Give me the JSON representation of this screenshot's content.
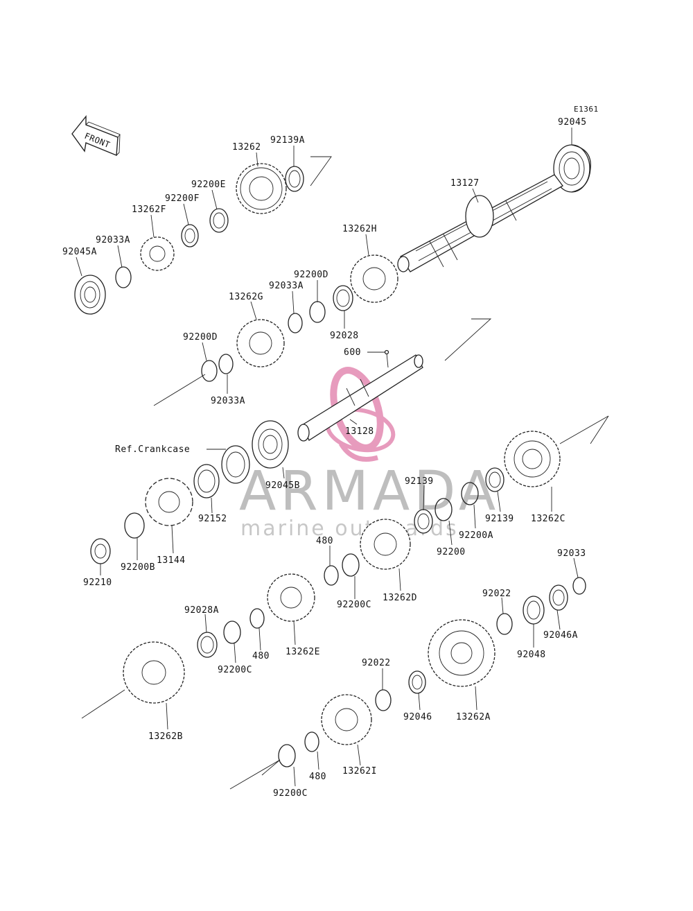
{
  "diagram": {
    "code": "E1361",
    "front_arrow_label": "FRONT",
    "reference_label": "Ref.Crankcase"
  },
  "watermark": {
    "brand": "ARMADA",
    "tagline": "marine outboards",
    "logo_color": "#e07aa8"
  },
  "part_labels": [
    {
      "id": "92045-top",
      "text": "92045"
    },
    {
      "id": "13127",
      "text": "13127"
    },
    {
      "id": "13262",
      "text": "13262"
    },
    {
      "id": "92139A",
      "text": "92139A"
    },
    {
      "id": "92200E",
      "text": "92200E"
    },
    {
      "id": "92200F",
      "text": "92200F"
    },
    {
      "id": "13262F",
      "text": "13262F"
    },
    {
      "id": "92033A-1",
      "text": "92033A"
    },
    {
      "id": "92045A",
      "text": "92045A"
    },
    {
      "id": "13262H",
      "text": "13262H"
    },
    {
      "id": "92200D-1",
      "text": "92200D"
    },
    {
      "id": "92033A-2",
      "text": "92033A"
    },
    {
      "id": "13262G",
      "text": "13262G"
    },
    {
      "id": "92028",
      "text": "92028"
    },
    {
      "id": "92200D-2",
      "text": "92200D"
    },
    {
      "id": "92033A-3",
      "text": "92033A"
    },
    {
      "id": "600",
      "text": "600"
    },
    {
      "id": "13128",
      "text": "13128"
    },
    {
      "id": "92045B",
      "text": "92045B"
    },
    {
      "id": "92152",
      "text": "92152"
    },
    {
      "id": "92139-1",
      "text": "92139"
    },
    {
      "id": "92139-2",
      "text": "92139"
    },
    {
      "id": "13262C",
      "text": "13262C"
    },
    {
      "id": "92200A",
      "text": "92200A"
    },
    {
      "id": "92200",
      "text": "92200"
    },
    {
      "id": "92200B",
      "text": "92200B"
    },
    {
      "id": "13144",
      "text": "13144"
    },
    {
      "id": "92210",
      "text": "92210"
    },
    {
      "id": "480-1",
      "text": "480"
    },
    {
      "id": "92200C-1",
      "text": "92200C"
    },
    {
      "id": "13262D",
      "text": "13262D"
    },
    {
      "id": "92033",
      "text": "92033"
    },
    {
      "id": "92022-1",
      "text": "92022"
    },
    {
      "id": "92046A",
      "text": "92046A"
    },
    {
      "id": "92048",
      "text": "92048"
    },
    {
      "id": "92028A",
      "text": "92028A"
    },
    {
      "id": "92200C-2",
      "text": "92200C"
    },
    {
      "id": "480-2",
      "text": "480"
    },
    {
      "id": "13262E",
      "text": "13262E"
    },
    {
      "id": "92022-2",
      "text": "92022"
    },
    {
      "id": "92046",
      "text": "92046"
    },
    {
      "id": "13262A",
      "text": "13262A"
    },
    {
      "id": "13262B",
      "text": "13262B"
    },
    {
      "id": "480-3",
      "text": "480"
    },
    {
      "id": "13262I",
      "text": "13262I"
    },
    {
      "id": "92200C-3",
      "text": "92200C"
    }
  ]
}
